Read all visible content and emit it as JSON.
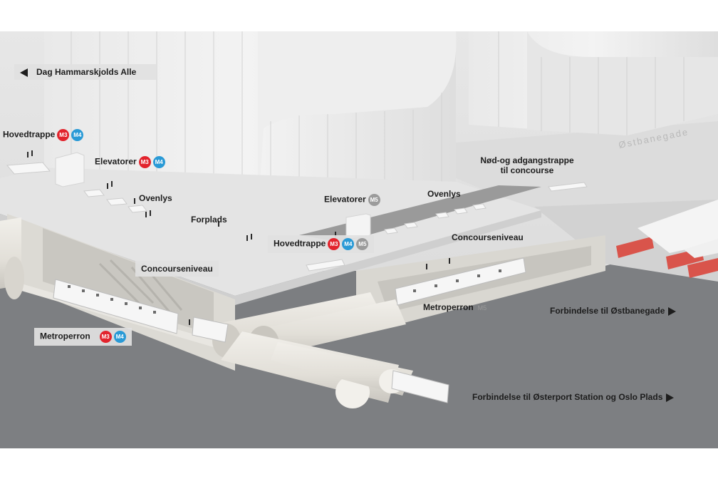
{
  "labels": {
    "dag_hammarskjolds": "Dag Hammarskjolds Alle",
    "hovedtrappe_left": "Hovedtrappe",
    "elevatorer_left": "Elevatorer",
    "ovenlys_left": "Ovenlys",
    "forplads": "Forplads",
    "concourse_left": "Concourseniveau",
    "metroperron_left": "Metroperron",
    "nod_line1": "Nød-og adgangstrappe",
    "nod_line2": "til concourse",
    "elevatorer_right": "Elevatorer",
    "ovenlys_right": "Ovenlys",
    "hovedtrappe_right": "Hovedtrappe",
    "concourse_right": "Concourseniveau",
    "metroperron_right": "Metroperron",
    "forbindelse_ostbanegade": "Forbindelse til Østbanegade",
    "forbindelse_osterport": "Forbindelse til Østerport Station og Oslo Plads",
    "street_ostbanegade": "Østbanegade"
  },
  "lines": {
    "m3": "M3",
    "m4": "M4",
    "m5": "M5"
  },
  "colors": {
    "m3": "#e2242d",
    "m4": "#2a9ad6",
    "m5": "#9b9b9b",
    "ground": "#7c7e81",
    "slab": "#e4e4e4",
    "building": "#ececec",
    "train_red": "#d9544b"
  }
}
